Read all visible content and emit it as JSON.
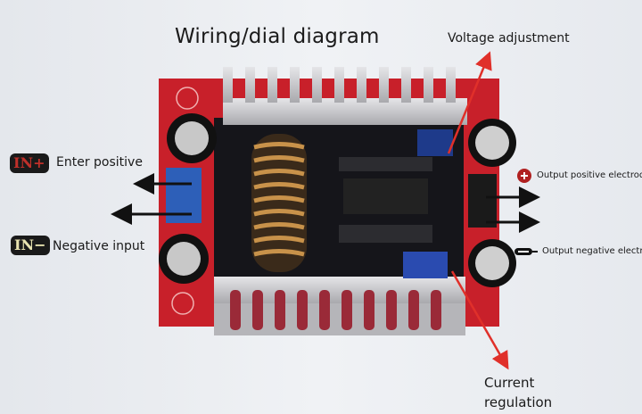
{
  "title": "Wiring/dial diagram",
  "labels": {
    "voltage_adjustment": "Voltage adjustment",
    "enter_positive": "Enter positive",
    "negative_input": "Negative input",
    "output_positive": "Output positive electrode",
    "output_negative": "Output negative electrode",
    "current_regulation_line1": "Current",
    "current_regulation_line2": "regulation"
  },
  "badges": {
    "input_positive": "IN+",
    "input_negative": "IN−"
  },
  "colors": {
    "pointer_arrow": "#e0302a",
    "pcb": "#c8202a",
    "heatsink": "#c9c9cc",
    "wire_arrow": "#111111"
  }
}
